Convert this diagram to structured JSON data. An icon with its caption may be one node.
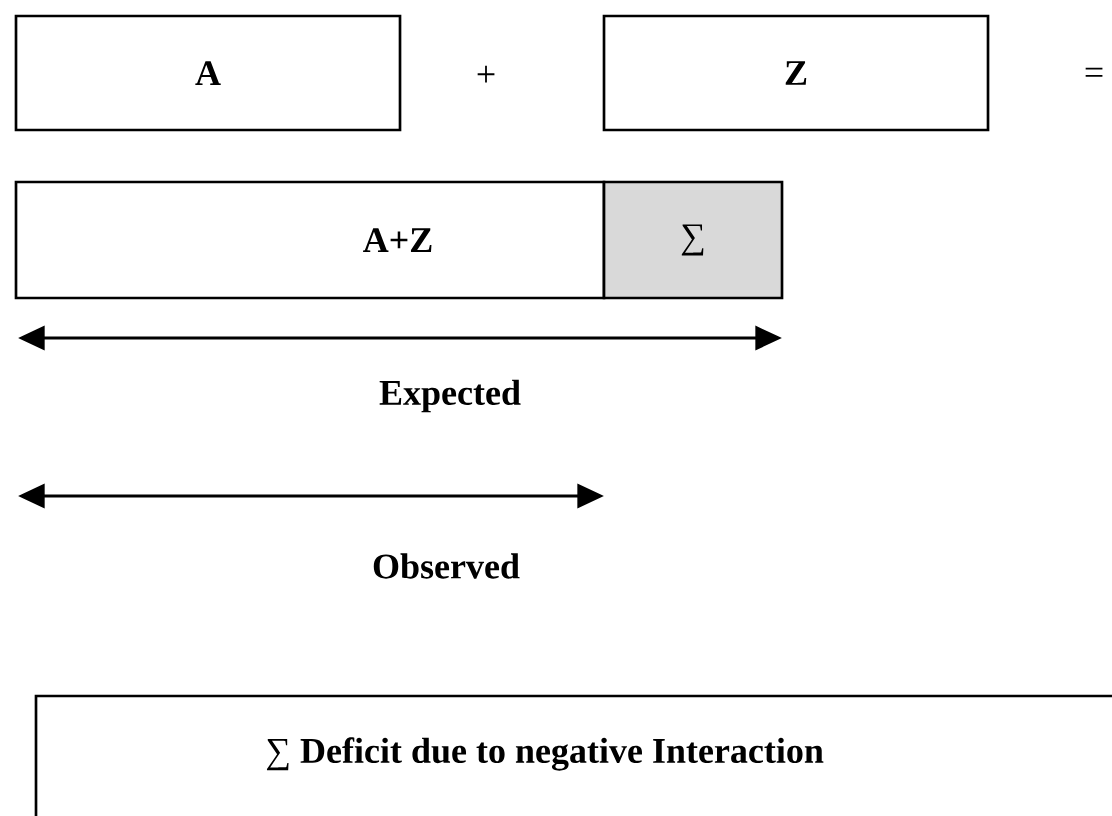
{
  "diagram": {
    "nodes": [
      {
        "text": [
          "A"
        ]
      },
      {
        "text": [
          "Z"
        ]
      },
      {
        "text": [
          "A+Z"
        ]
      },
      {
        "text": [
          "∑"
        ]
      },
      {
        "text": [
          "∑ **Deficit due to negative Interaction**"
        ]
      }
    ],
    "labels": [
      "+",
      "=",
      "Expected",
      "Observed"
    ]
  }
}
